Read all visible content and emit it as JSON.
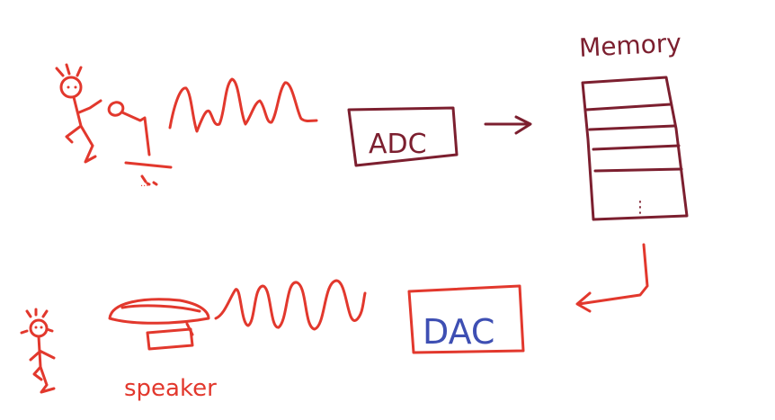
{
  "labels": {
    "adc": "ADC",
    "memory": "Memory",
    "memory_ellipsis": "⋮",
    "dac": "DAC",
    "speaker": "speaker",
    "mic_sound": "..."
  },
  "colors": {
    "red": "#e2382d",
    "dark": "#7c1f2f",
    "blue": "#3e4fb3"
  }
}
